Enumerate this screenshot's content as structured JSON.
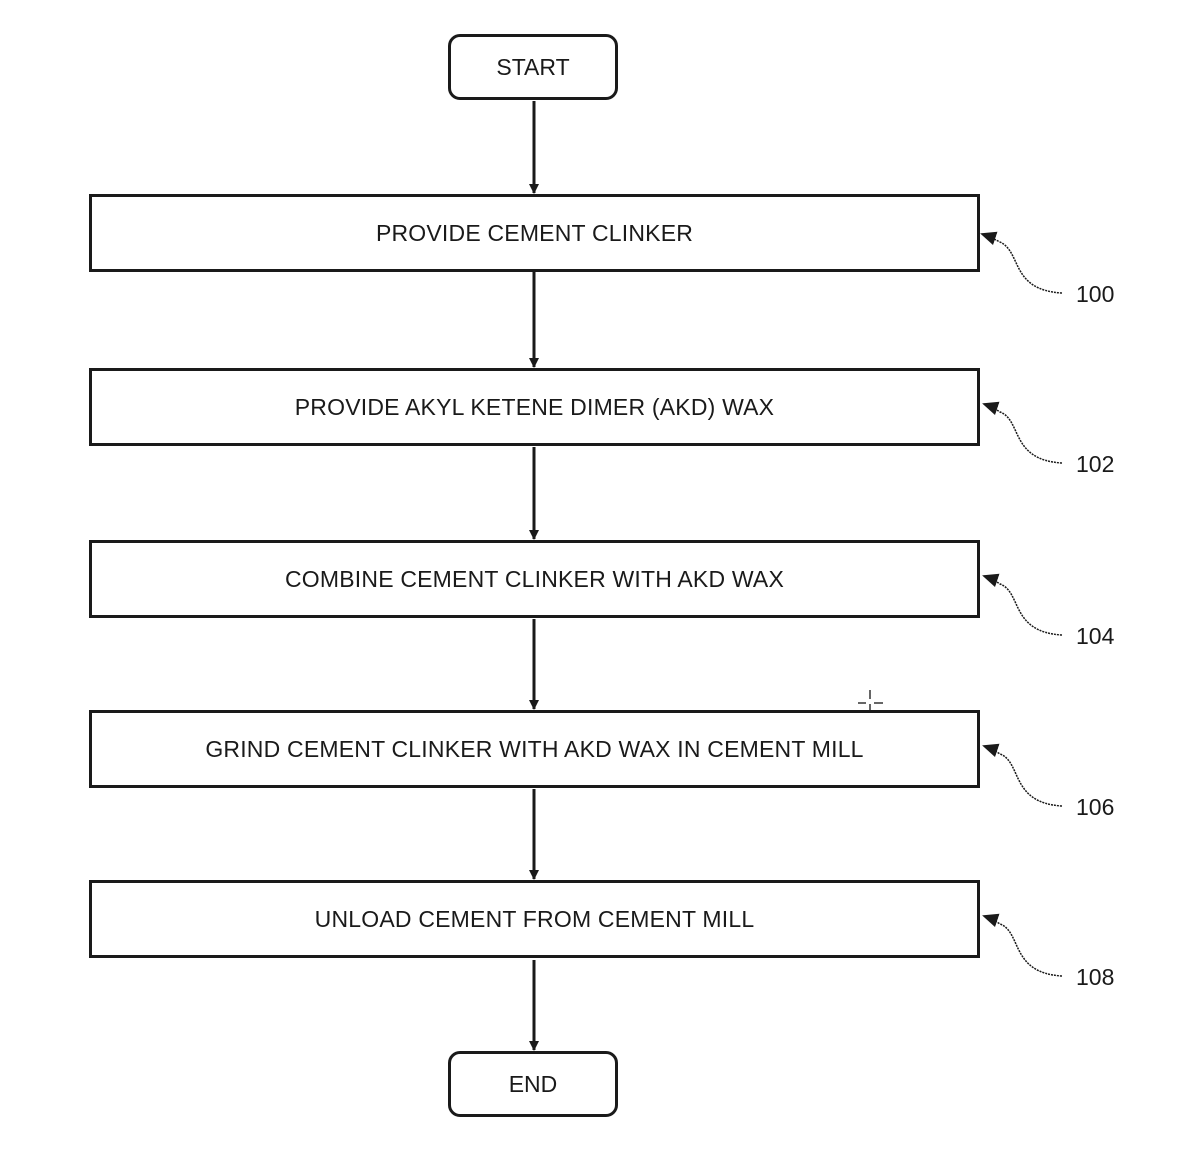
{
  "flowchart": {
    "start": {
      "label": "START"
    },
    "end": {
      "label": "END"
    },
    "steps": [
      {
        "label": "PROVIDE CEMENT CLINKER",
        "ref": "100"
      },
      {
        "label": "PROVIDE AKYL KETENE DIMER (AKD) WAX",
        "ref": "102"
      },
      {
        "label": "COMBINE CEMENT CLINKER WITH AKD WAX",
        "ref": "104"
      },
      {
        "label": "GRIND CEMENT CLINKER WITH AKD WAX IN CEMENT MILL",
        "ref": "106"
      },
      {
        "label": "UNLOAD CEMENT FROM CEMENT MILL",
        "ref": "108"
      }
    ]
  },
  "icons": {
    "cursor": "crosshair-cursor-icon"
  }
}
